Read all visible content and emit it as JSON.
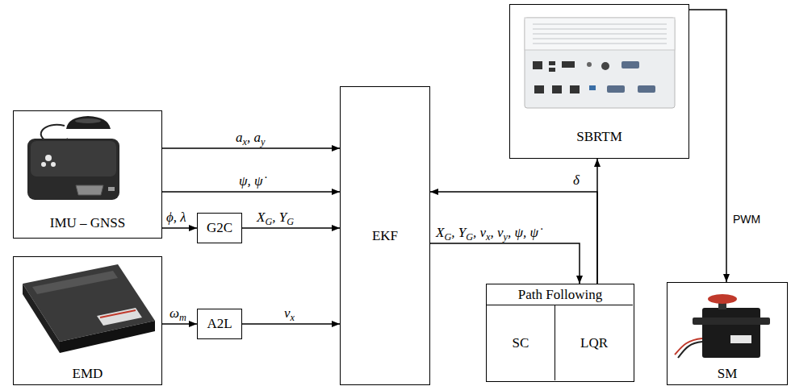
{
  "diagram": {
    "nodes": [
      {
        "text": [
          "IMU – GNSS"
        ]
      },
      {
        "text": [
          "EMD"
        ]
      },
      {
        "text": [
          "G2C"
        ]
      },
      {
        "text": [
          "A2L"
        ]
      },
      {
        "text": [
          "EKF"
        ]
      },
      {
        "text": [
          "Path Following"
        ]
      },
      {
        "text": [
          "SC"
        ],
        "in": 5
      },
      {
        "text": [
          "LQR"
        ],
        "in": 5
      },
      {
        "text": [
          "SBRTM"
        ]
      },
      {
        "text": [
          "SM"
        ]
      }
    ],
    "edges": [
      {
        "from": 0,
        "to": 4,
        "label": "ax, ay",
        "arrow": "to"
      },
      {
        "from": 0,
        "to": 4,
        "label": "ψ, ψ̇",
        "arrow": "to"
      },
      {
        "from": 0,
        "to": 2,
        "label": "ϕ, λ",
        "arrow": "to"
      },
      {
        "from": 2,
        "to": 4,
        "label": "XG, YG",
        "arrow": "to"
      },
      {
        "from": 1,
        "to": 3,
        "label": "ωm",
        "arrow": "to"
      },
      {
        "from": 3,
        "to": 4,
        "label": "vx",
        "arrow": "to"
      },
      {
        "from": 4,
        "to": 5,
        "label": "XG, YG, vx, vy, ψ, ψ̇",
        "arrow": "to"
      },
      {
        "from": 5,
        "to": 8,
        "arrow": "to"
      },
      {
        "from": 5,
        "to": 4,
        "label": "δ",
        "arrow": "to"
      },
      {
        "from": 8,
        "to": 9,
        "label": "PWM",
        "arrow": "to"
      }
    ]
  }
}
